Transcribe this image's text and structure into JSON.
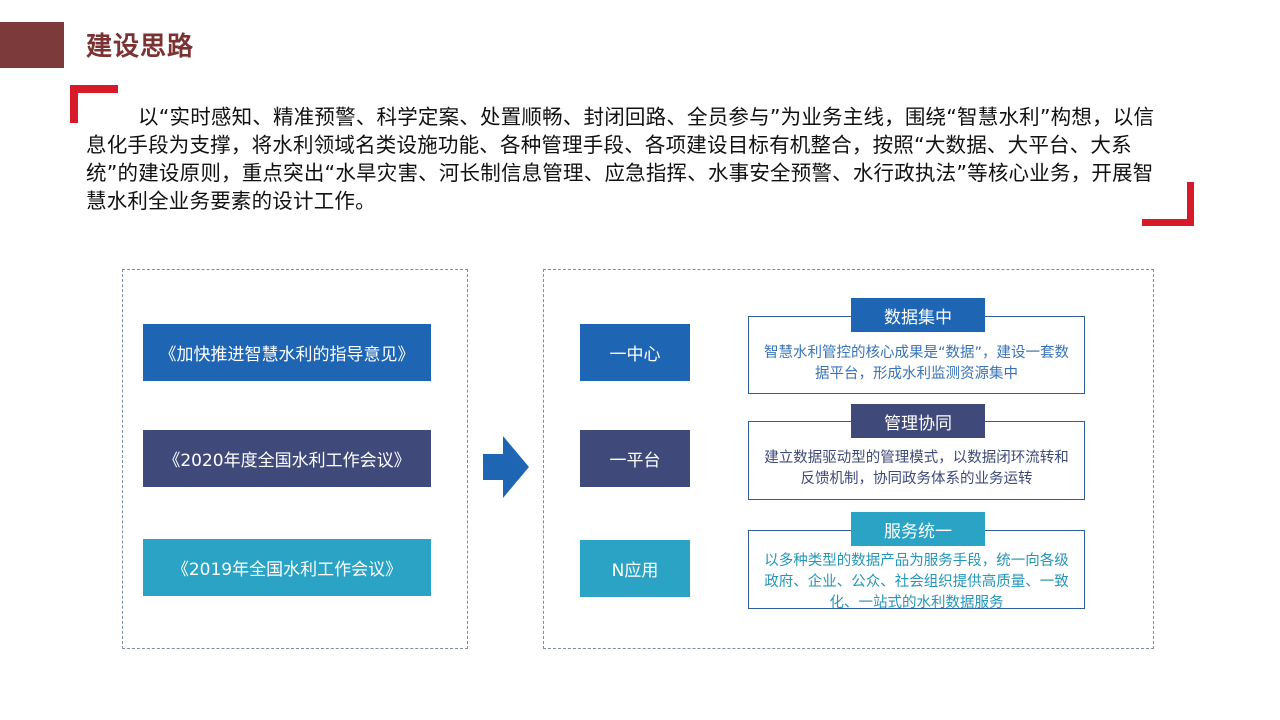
{
  "header": {
    "title": "建设思路"
  },
  "intro": {
    "text": "以“实时感知、精准预警、科学定案、处置顺畅、封闭回路、全员参与”为业务主线，围绕“智慧水利”构想，以信息化手段为支撑，将水利领域名类设施功能、各种管理手段、各项建设目标有机整合，按照“大数据、大平台、大系统”的建设原则，重点突出“水旱灾害、河长制信息管理、应急指挥、水事安全预警、水行政执法”等核心业务，开展智慧水利全业务要素的设计工作。"
  },
  "documents": [
    {
      "label": "《加快推进智慧水利的指导意见》"
    },
    {
      "label": "《2020年度全国水利工作会议》"
    },
    {
      "label": "《2019年全国水利工作会议》"
    }
  ],
  "categories": [
    {
      "label": "一中心",
      "tag": "数据集中",
      "desc": "智慧水利管控的核心成果是“数据”，建设一套数据平台，形成水利监测资源集中"
    },
    {
      "label": "一平台",
      "tag": "管理协同",
      "desc": "建立数据驱动型的管理模式，以数据闭环流转和反馈机制，协同政务体系的业务运转"
    },
    {
      "label": "N应用",
      "tag": "服务统一",
      "desc": "以多种类型的数据产品为服务手段，统一向各级政府、企业、公众、社会组织提供高质量、一致化、一站式的水利数据服务"
    }
  ],
  "colors": {
    "accent_red": "#d7192a",
    "title_brown": "#7c3232",
    "blue": "#1e66b4",
    "navy": "#3f4a7a",
    "teal": "#2aa3c4"
  },
  "icons": {
    "flow_arrow": "right-arrow-icon"
  }
}
